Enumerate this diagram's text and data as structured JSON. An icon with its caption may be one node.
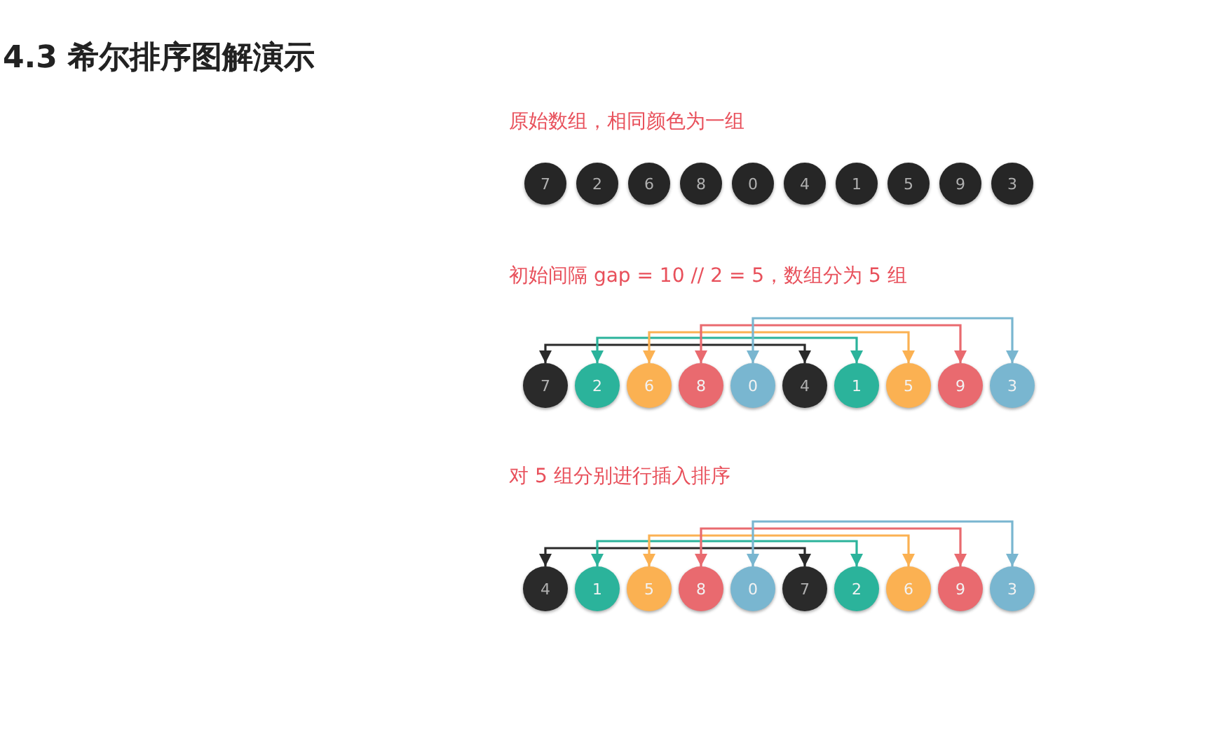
{
  "diagram": {
    "title": "4.3 希尔排序图解演示",
    "nodes": [
      {
        "text": [
          "7"
        ]
      },
      {
        "text": [
          "2"
        ]
      },
      {
        "text": [
          "6"
        ]
      },
      {
        "text": [
          "8"
        ]
      },
      {
        "text": [
          "0"
        ]
      },
      {
        "text": [
          "4"
        ]
      },
      {
        "text": [
          "1"
        ]
      },
      {
        "text": [
          "5"
        ]
      },
      {
        "text": [
          "9"
        ]
      },
      {
        "text": [
          "3"
        ]
      },
      {
        "text": [
          "7"
        ]
      },
      {
        "text": [
          "2"
        ]
      },
      {
        "text": [
          "6"
        ]
      },
      {
        "text": [
          "8"
        ]
      },
      {
        "text": [
          "0"
        ]
      },
      {
        "text": [
          "4"
        ]
      },
      {
        "text": [
          "1"
        ]
      },
      {
        "text": [
          "5"
        ]
      },
      {
        "text": [
          "9"
        ]
      },
      {
        "text": [
          "3"
        ]
      },
      {
        "text": [
          "4"
        ]
      },
      {
        "text": [
          "1"
        ]
      },
      {
        "text": [
          "5"
        ]
      },
      {
        "text": [
          "8"
        ]
      },
      {
        "text": [
          "0"
        ]
      },
      {
        "text": [
          "7"
        ]
      },
      {
        "text": [
          "2"
        ]
      },
      {
        "text": [
          "6"
        ]
      },
      {
        "text": [
          "9"
        ]
      },
      {
        "text": [
          "3"
        ]
      }
    ],
    "edges": [
      {
        "from": 10,
        "to": 15,
        "arrow": "both",
        "color": "#2a2a2a"
      },
      {
        "from": 11,
        "to": 16,
        "arrow": "both",
        "color": "#2bb39b"
      },
      {
        "from": 12,
        "to": 17,
        "arrow": "both",
        "color": "#fbb152"
      },
      {
        "from": 13,
        "to": 18,
        "arrow": "both",
        "color": "#e96a6f"
      },
      {
        "from": 14,
        "to": 19,
        "arrow": "both",
        "color": "#79b6d0"
      },
      {
        "from": 20,
        "to": 25,
        "arrow": "both",
        "color": "#2a2a2a"
      },
      {
        "from": 21,
        "to": 26,
        "arrow": "both",
        "color": "#2bb39b"
      },
      {
        "from": 22,
        "to": 27,
        "arrow": "both",
        "color": "#fbb152"
      },
      {
        "from": 23,
        "to": 28,
        "arrow": "both",
        "color": "#e96a6f"
      },
      {
        "from": 24,
        "to": 29,
        "arrow": "both",
        "color": "#79b6d0"
      }
    ],
    "labels": [
      "原始数组，相同颜色为一组",
      "初始间隔 gap = 10 // 2 = 5，数组分为 5 组",
      "对 5 组分别进行插入排序"
    ]
  }
}
